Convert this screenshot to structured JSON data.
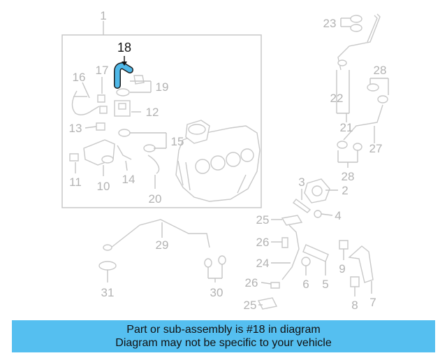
{
  "labels": {
    "p1": "1",
    "p2": "2",
    "p3": "3",
    "p4": "4",
    "p5": "5",
    "p6": "6",
    "p7": "7",
    "p8": "8",
    "p9": "9",
    "p10": "10",
    "p11": "11",
    "p12": "12",
    "p13": "13",
    "p14": "14",
    "p15": "15",
    "p16": "16",
    "p17": "17",
    "p18": "18",
    "p19": "19",
    "p20": "20",
    "p21": "21",
    "p22": "22",
    "p23": "23",
    "p24": "24",
    "p25a": "25",
    "p25b": "25",
    "p26a": "26",
    "p26b": "26",
    "p27": "27",
    "p28a": "28",
    "p28b": "28",
    "p29": "29",
    "p30": "30",
    "p31": "31"
  },
  "colors": {
    "highlight_part": "#4fb8e8",
    "footer_background": "#55bff0",
    "line_art": "#c4c4c4"
  },
  "highlighted_part": "18",
  "footer": {
    "line1": "Part or sub-assembly is #18 in diagram",
    "line2": "Diagram may not be specific to your vehicle"
  }
}
